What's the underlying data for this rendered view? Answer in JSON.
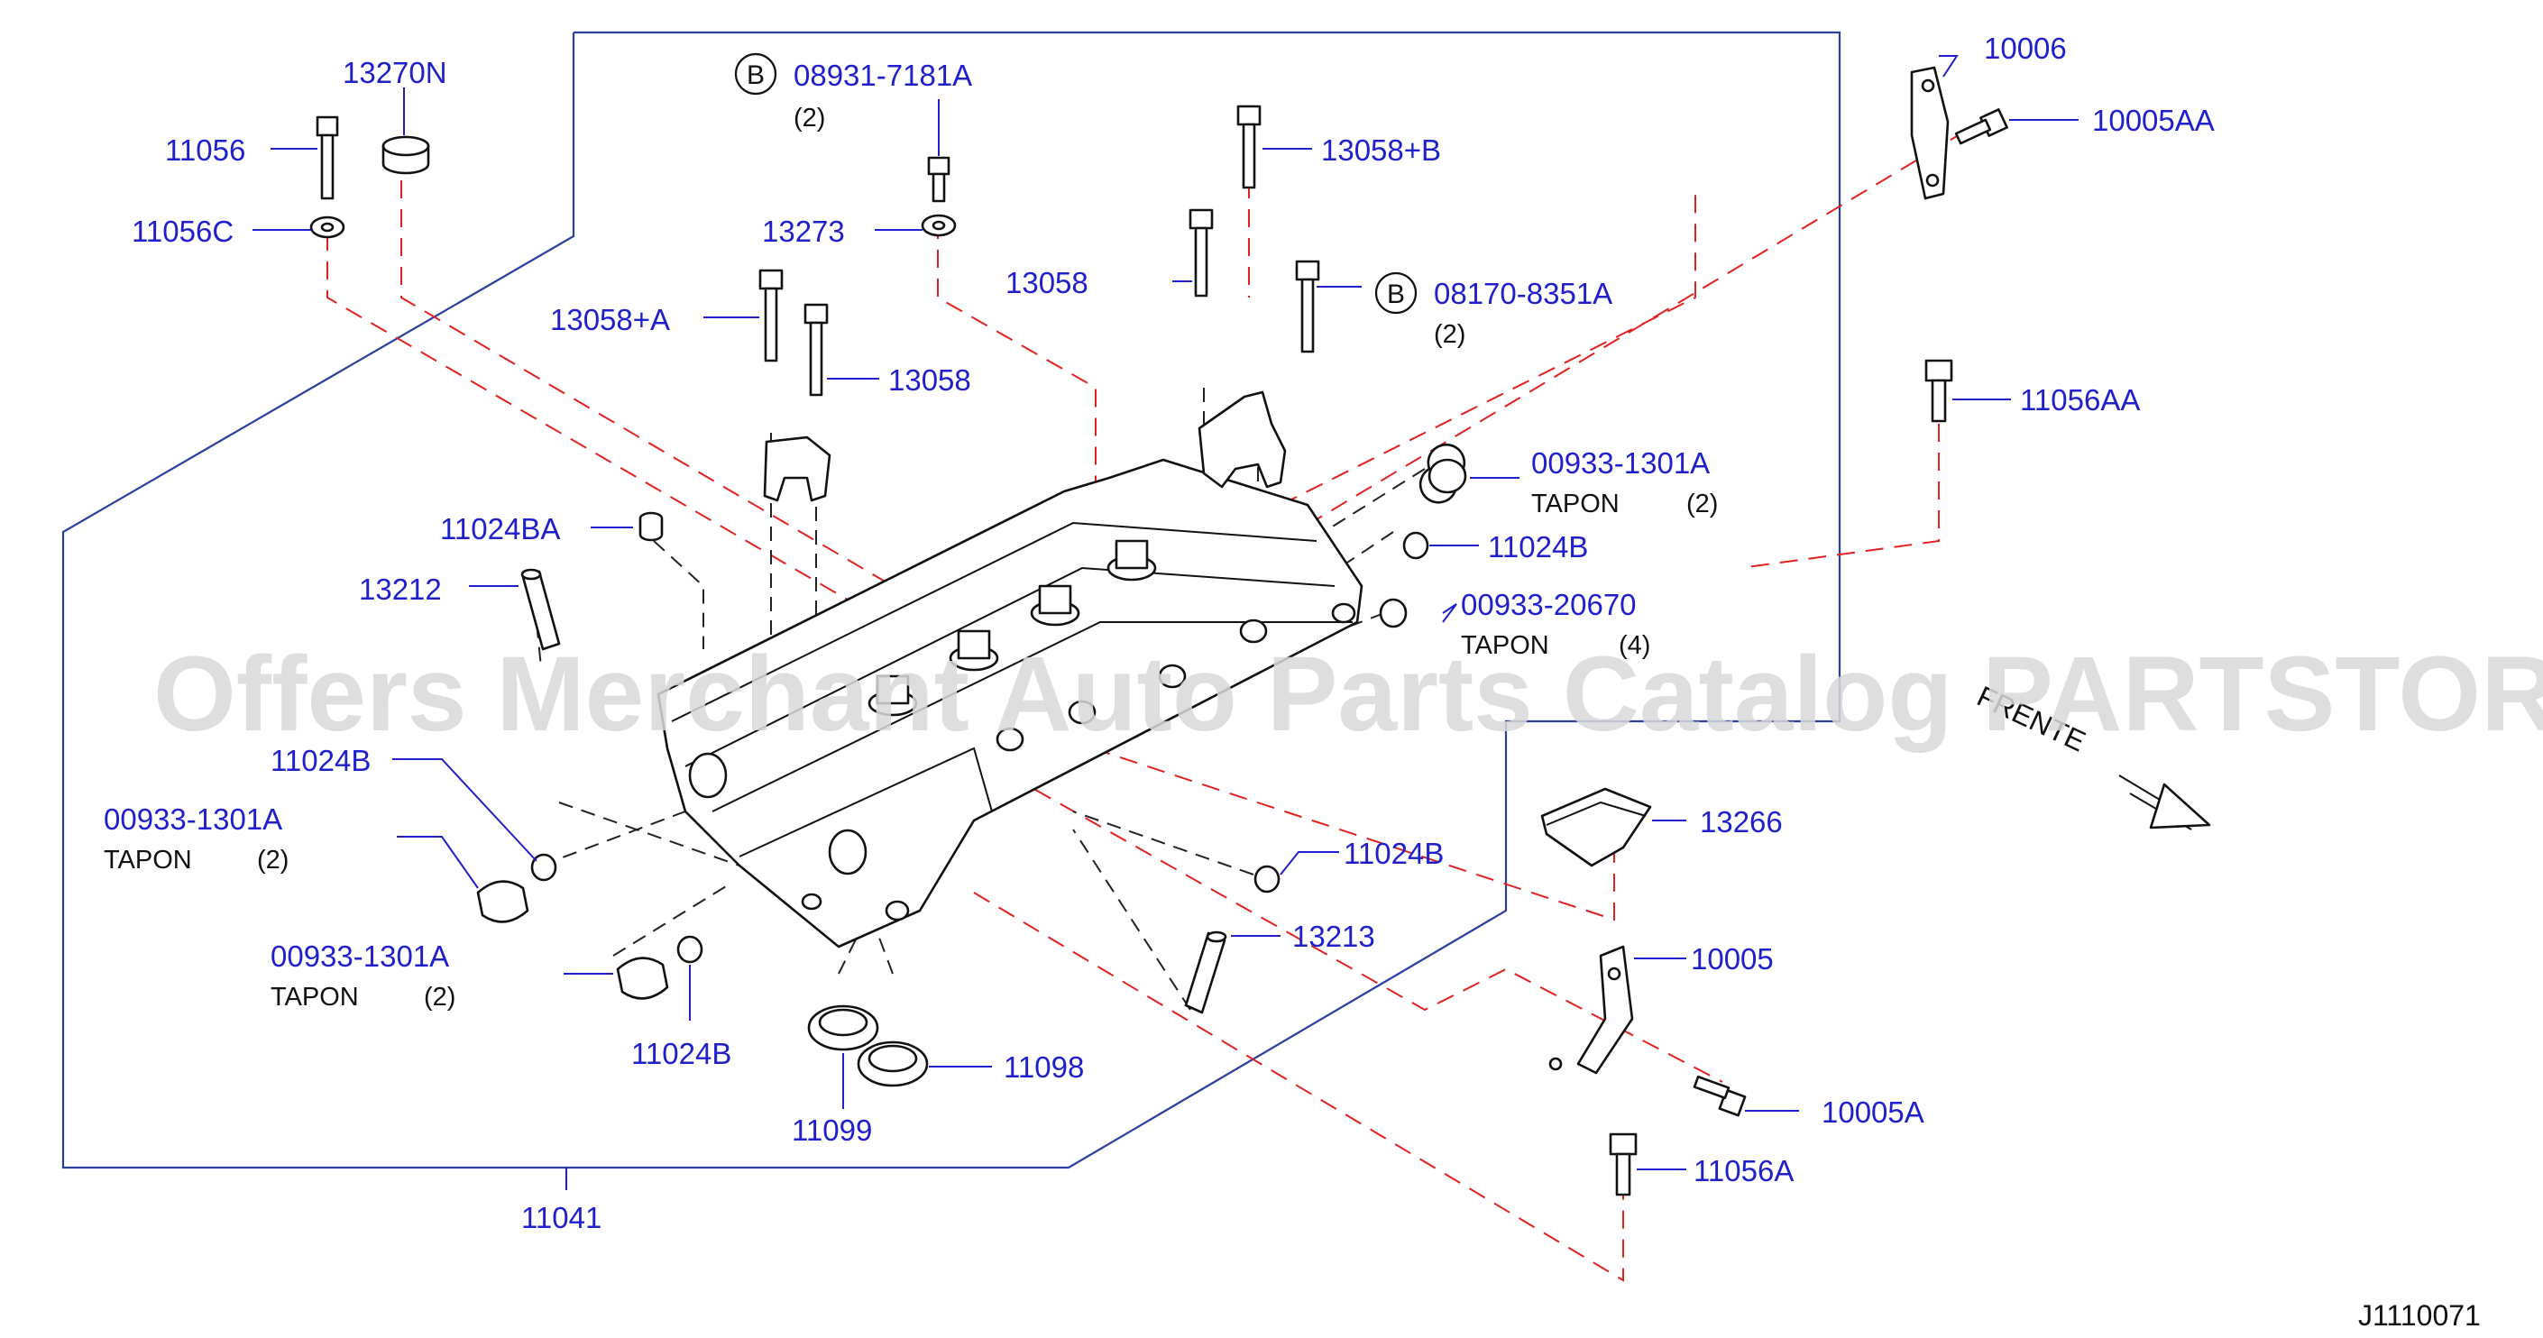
{
  "watermark": "Offers Merchant Auto Parts Catalog PARTSTORE.SA",
  "diagram_code": "J1110071",
  "front_label": "FRENTE",
  "badge_letter": "B",
  "parts": {
    "p13270N": "13270N",
    "p11056": "11056",
    "p11056C": "11056C",
    "p08931": "08931-7181A",
    "p08931_qty": "(2)",
    "p13273": "13273",
    "p13058B": "13058+B",
    "p13058_top": "13058",
    "p08170": "08170-8351A",
    "p08170_qty": "(2)",
    "p13058A": "13058+A",
    "p13058_mid": "13058",
    "p10006": "10006",
    "p10005AA": "10005AA",
    "p11056AA": "11056AA",
    "p00933_tr": "00933-1301A",
    "p00933_tr_note": "TAPON",
    "p00933_tr_qty": "(2)",
    "p11024B_r": "11024B",
    "p00933_20670": "00933-20670",
    "p00933_20670_note": "TAPON",
    "p00933_20670_qty": "(4)",
    "p11024BA": "11024BA",
    "p13212": "13212",
    "p11024B_l": "11024B",
    "p00933_l1": "00933-1301A",
    "p00933_l1_note": "TAPON",
    "p00933_l1_qty": "(2)",
    "p00933_l2": "00933-1301A",
    "p00933_l2_note": "TAPON",
    "p00933_l2_qty": "(2)",
    "p11024B_bl": "11024B",
    "p11024B_mr": "11024B",
    "p13213": "13213",
    "p13266": "13266",
    "p10005": "10005",
    "p11098": "11098",
    "p11099": "11099",
    "p10005A": "10005A",
    "p11056A": "11056A",
    "p11041": "11041"
  },
  "colors": {
    "label_blue": "#1f1fcc",
    "frame_blue": "#2a3f9e",
    "dash_red": "#e32020",
    "ink": "#111111"
  }
}
